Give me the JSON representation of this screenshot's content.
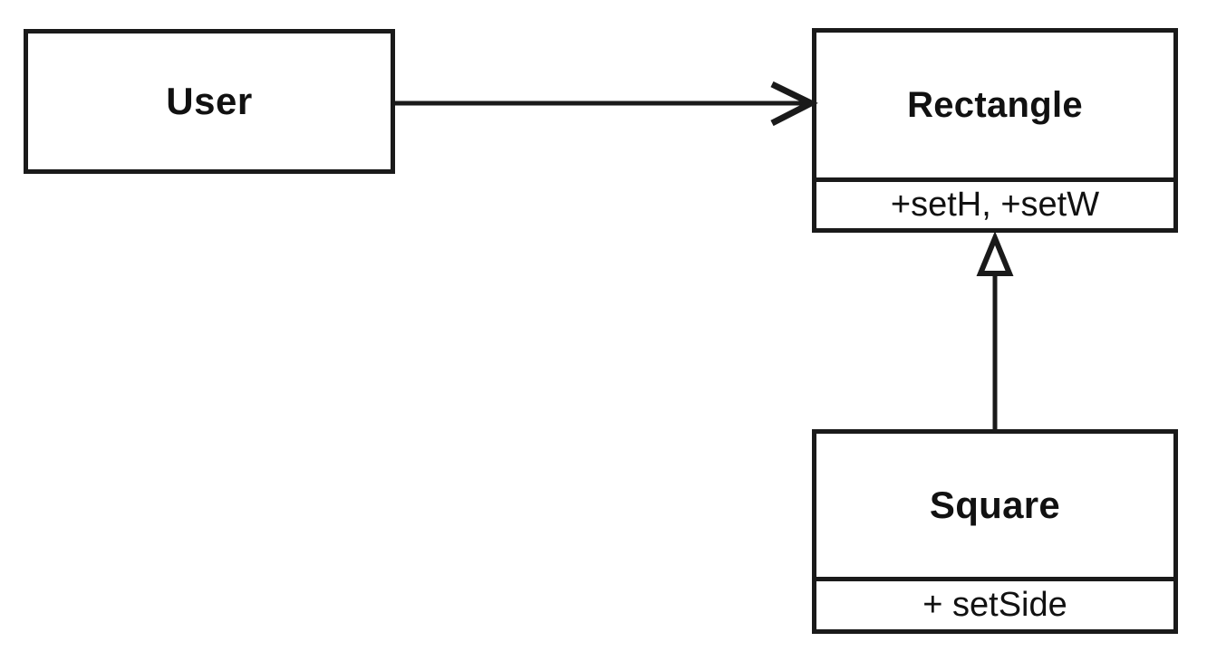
{
  "diagram": {
    "kind": "uml-class-diagram",
    "background_color": "#ffffff",
    "line_color": "#1a1a1a",
    "classes": [
      {
        "id": "user",
        "name": "User",
        "members": "",
        "compartments": 1
      },
      {
        "id": "rectangle",
        "name": "Rectangle",
        "members": "+setH, +setW",
        "compartments": 2
      },
      {
        "id": "square",
        "name": "Square",
        "members": "+ setSide",
        "compartments": 2
      }
    ],
    "relationships": [
      {
        "id": "user-uses-rectangle",
        "from": "user",
        "to": "rectangle",
        "type": "association",
        "arrowhead": "open-arrow-icon",
        "label": ""
      },
      {
        "id": "square-inherits-rectangle",
        "from": "square",
        "to": "rectangle",
        "type": "generalization",
        "arrowhead": "hollow-triangle-icon",
        "label": ""
      }
    ]
  }
}
